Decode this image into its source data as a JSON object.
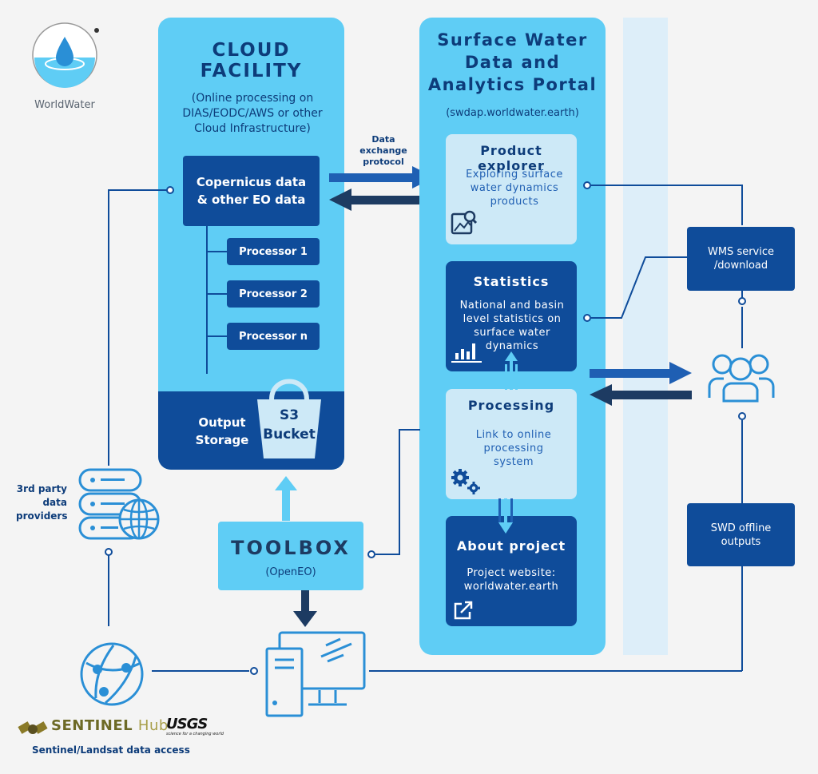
{
  "logo": {
    "text": "WorldWater"
  },
  "cloud": {
    "title_line1": "CLOUD",
    "title_line2": "FACILITY",
    "subtitle": "(Online processing on DIAS/EODC/AWS or other Cloud Infrastructure)",
    "data_box": "Copernicus data & other EO data",
    "processors": [
      "Processor 1",
      "Processor 2",
      "Processor n"
    ],
    "output_storage": "Output Storage",
    "bucket": "S3 Bucket"
  },
  "exchange_label": "Data exchange protocol",
  "portal": {
    "title": "Surface Water Data and Analytics Portal",
    "url": "(swdap.worldwater.earth)",
    "cards": [
      {
        "title": "Product explorer",
        "desc": "Exploring surface water dynamics products",
        "icon": "image-search-icon"
      },
      {
        "title": "Statistics",
        "desc": "National and basin level statistics on surface water dynamics",
        "icon": "bar-chart-icon"
      },
      {
        "title": "Processing",
        "desc": "Link to online processing system",
        "icon": "gears-icon"
      },
      {
        "title": "About project",
        "desc": "Project website: worldwater.earth",
        "icon": "external-link-icon"
      }
    ]
  },
  "wms": "WMS service /download",
  "swd_offline": "SWD offline outputs",
  "toolbox": {
    "title": "TOOLBOX",
    "sub": "(OpenEO)"
  },
  "third_party": "3rd party data providers",
  "sentinel_hub": {
    "strong": "SENTINEL",
    "light": "Hub"
  },
  "usgs": {
    "name": "USGS",
    "tagline": "science for a changing world"
  },
  "data_access": "Sentinel/Landsat data access",
  "colors": {
    "dark_blue": "#0f4c9a",
    "light_blue": "#5fcdf5",
    "pale_blue": "#cde9f7",
    "navy": "#1d3b62"
  }
}
